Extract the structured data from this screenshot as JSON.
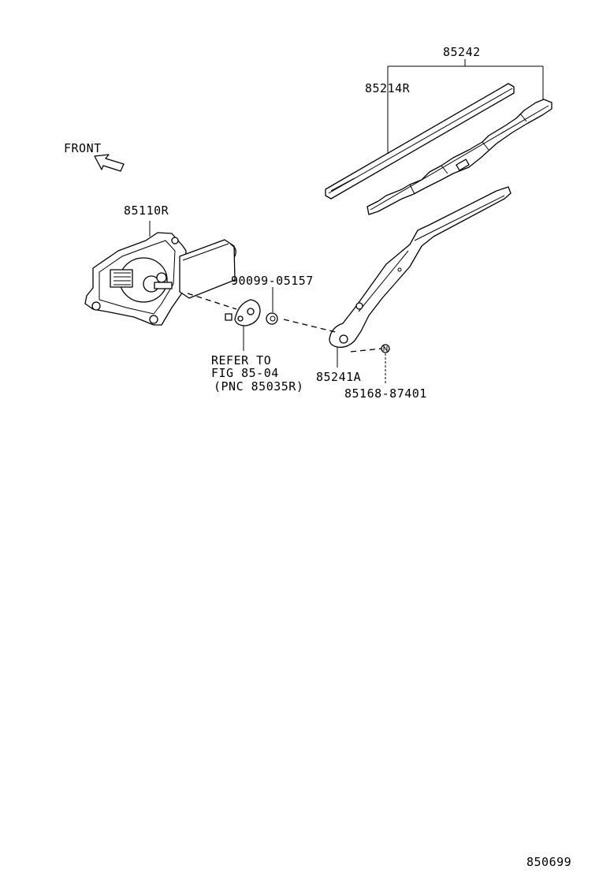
{
  "diagram": {
    "front_label": "FRONT",
    "parts": [
      {
        "id": "blade_assy",
        "number": "85242"
      },
      {
        "id": "blade_rubber",
        "number": "85214R"
      },
      {
        "id": "motor",
        "number": "85110R"
      },
      {
        "id": "nut",
        "number": "90099-05157"
      },
      {
        "id": "arm",
        "number": "85241A"
      },
      {
        "id": "arm_nut",
        "number": "85168-87401"
      }
    ],
    "reference_note": {
      "line1": "REFER TO",
      "line2": "FIG 85-04",
      "line3": "(PNC 85035R)"
    },
    "figure_number": "850699"
  }
}
